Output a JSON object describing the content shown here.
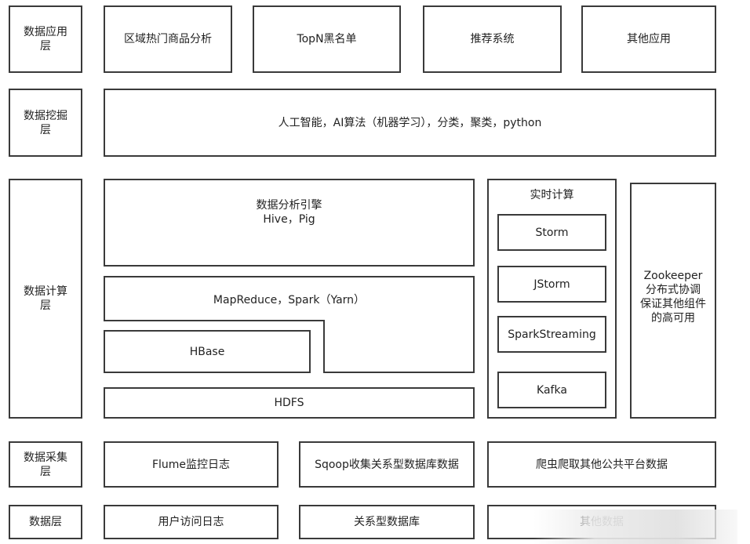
{
  "layers": {
    "app": {
      "label": "数据应用层",
      "line1": "数据应用",
      "line2": "层"
    },
    "mining": {
      "line1": "数据挖掘",
      "line2": "层"
    },
    "compute": {
      "line1": "数据计算",
      "line2": "层"
    },
    "collect": {
      "line1": "数据采集",
      "line2": "层"
    },
    "data": {
      "label": "数据层"
    }
  },
  "app_row": [
    "区域热门商品分析",
    "TopN黑名单",
    "推荐系统",
    "其他应用"
  ],
  "mining_row": "人工智能，AI算法（机器学习），分类，聚类，python",
  "compute_row": {
    "engine_line1": "数据分析引擎",
    "engine_line2": "Hive，Pig",
    "mapreduce": "MapReduce，Spark（Yarn）",
    "hbase": "HBase",
    "hdfs": "HDFS",
    "realtime_title": "实时计算",
    "realtime_items": [
      "Storm",
      "JStorm",
      "SparkStreaming",
      "Kafka"
    ],
    "zk_line1": "Zookeeper",
    "zk_line2": "分布式协调",
    "zk_line3": "保证其他组件",
    "zk_line4": "的高可用"
  },
  "collect_row": [
    "Flume监控日志",
    "Sqoop收集关系型数据库数据",
    "爬虫爬取其他公共平台数据"
  ],
  "data_row": [
    "用户访问日志",
    "关系型数据库",
    "其他数据"
  ]
}
